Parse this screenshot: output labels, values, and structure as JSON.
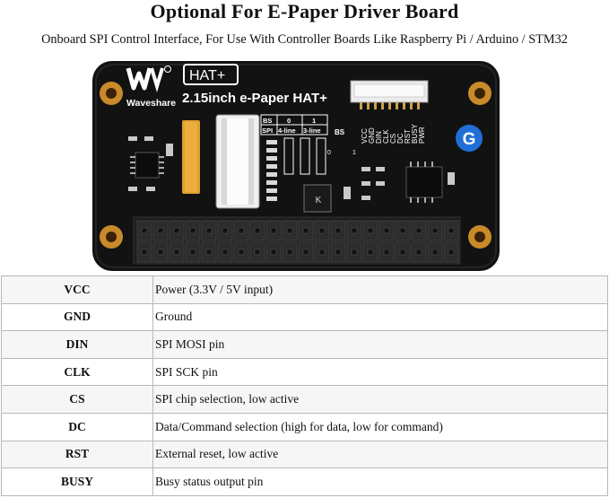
{
  "header": {
    "title": "Optional For E-Paper Driver Board",
    "subtitle": "Onboard SPI Control Interface, For Use With Controller Boards Like Raspberry Pi / Arduino / STM32"
  },
  "board": {
    "brand": "Waveshare",
    "hat_badge": "HAT+",
    "model": "2.15inch e-Paper HAT+",
    "g_badge": "G",
    "bs_header": [
      "BS",
      "0",
      "1"
    ],
    "spi_header": [
      "SPI",
      "4-line",
      "3-line"
    ],
    "bs_small": "BS",
    "bs_zero": "0",
    "bs_one": "1",
    "pin_labels": [
      "VCC",
      "GND",
      "DIN",
      "CLK",
      "CS",
      "DC",
      "RST",
      "BUSY",
      "PWR"
    ],
    "ic_mark": "K",
    "colors": {
      "pcb": "#121212",
      "gold": "#c98a2a",
      "badge_blue": "#1f6fd6",
      "ribbon": "#e0a030"
    }
  },
  "pins": {
    "rows": [
      {
        "pin": "VCC",
        "desc": "Power (3.3V / 5V input)"
      },
      {
        "pin": "GND",
        "desc": "Ground"
      },
      {
        "pin": "DIN",
        "desc": "SPI MOSI pin"
      },
      {
        "pin": "CLK",
        "desc": "SPI SCK pin"
      },
      {
        "pin": "CS",
        "desc": "SPI chip selection, low active"
      },
      {
        "pin": "DC",
        "desc": "Data/Command selection (high for data, low for command)"
      },
      {
        "pin": "RST",
        "desc": "External reset, low active"
      },
      {
        "pin": "BUSY",
        "desc": "Busy status output pin"
      }
    ]
  }
}
